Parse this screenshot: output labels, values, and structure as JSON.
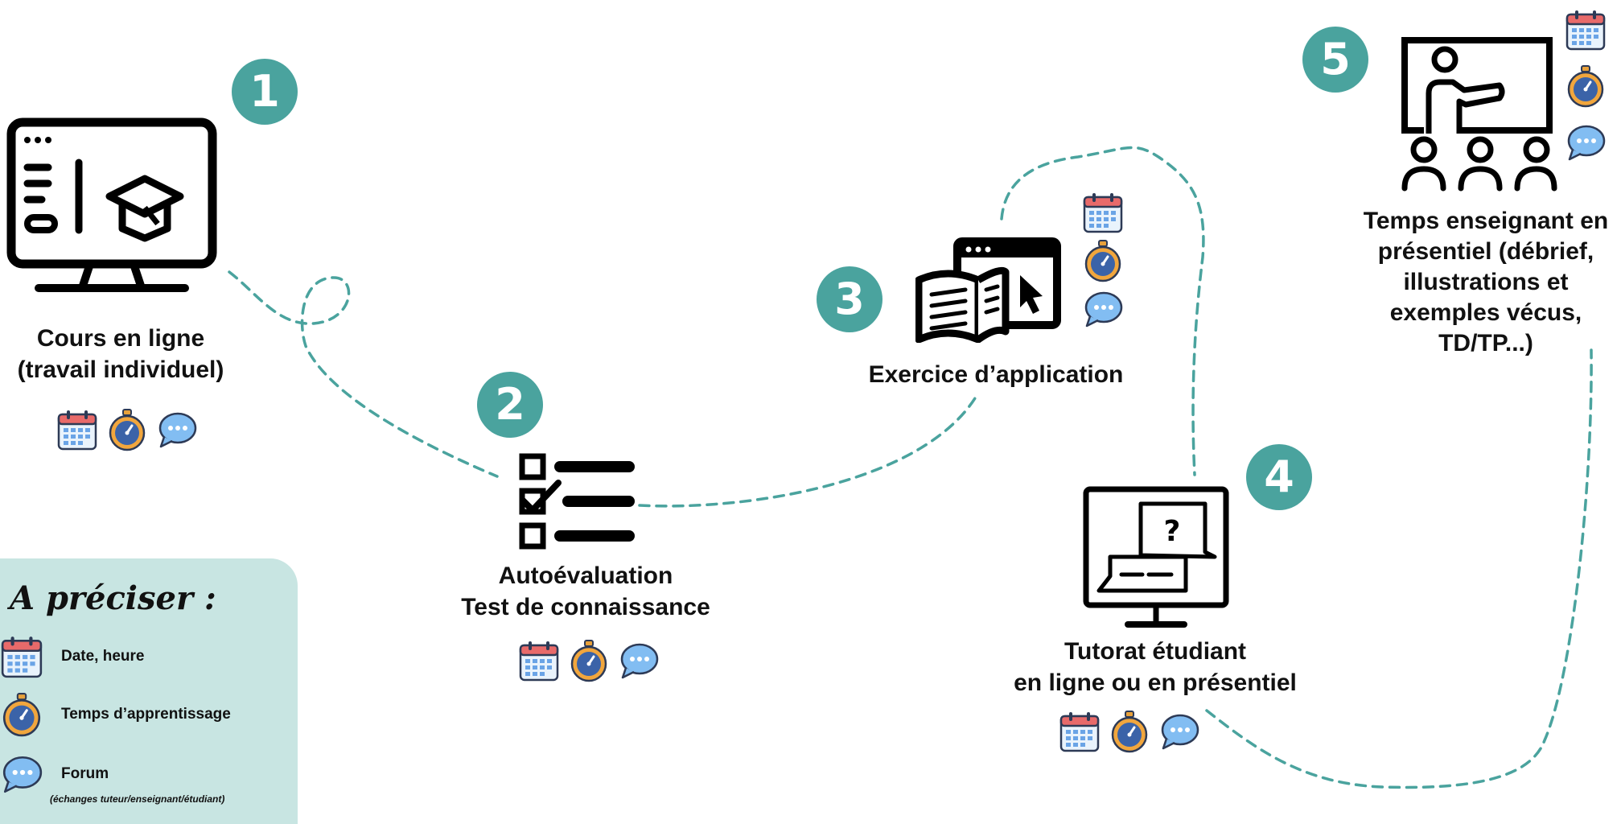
{
  "steps": [
    {
      "number": "1",
      "lines": [
        "Cours en ligne",
        "(travail individuel)"
      ],
      "icon": "online-course-monitor-icon"
    },
    {
      "number": "2",
      "lines": [
        "Autoévaluation",
        "Test de connaissance"
      ],
      "icon": "checklist-icon"
    },
    {
      "number": "3",
      "lines": [
        "Exercice d’application"
      ],
      "icon": "book-browser-icon"
    },
    {
      "number": "4",
      "lines": [
        "Tutorat étudiant",
        "en ligne ou en présentiel"
      ],
      "icon": "screen-question-icon"
    },
    {
      "number": "5",
      "lines": [
        "Temps enseignant en",
        "présentiel (débrief,",
        "illustrations et",
        "exemples vécus,",
        "TD/TP...)"
      ],
      "icon": "teacher-board-icon"
    }
  ],
  "legend": {
    "title": "A préciser :",
    "items": [
      {
        "icon": "calendar-icon",
        "label": "Date, heure"
      },
      {
        "icon": "stopwatch-icon",
        "label": "Temps d’apprentissage"
      },
      {
        "icon": "chat-bubble-icon",
        "label": "Forum",
        "sublabel": "(échanges tuteur/enseignant/étudiant)"
      }
    ]
  },
  "colors": {
    "accent": "#4aa39e",
    "legend_bg": "#c8e5e2",
    "path": "#4aa39e",
    "calendar": "#e26a6a",
    "clock": "#e8a13a",
    "chat": "#7ab8f0"
  }
}
